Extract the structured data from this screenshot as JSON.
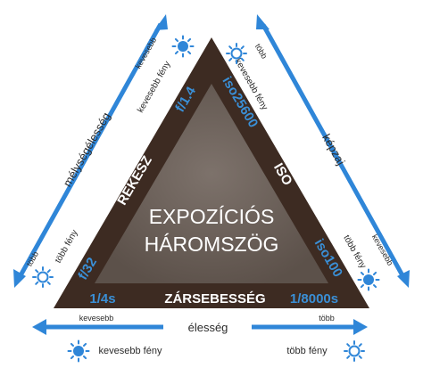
{
  "diagram": {
    "center_title": [
      "EXPOZÍCIÓS",
      "HÁROMSZÖG"
    ],
    "sides": {
      "left": "REKESZ",
      "right": "ISO",
      "bottom": "ZÁRSEBESSÉG"
    },
    "values": {
      "aperture_wide": "f/1.4",
      "aperture_narrow": "f/32",
      "iso_high": "iso25600",
      "iso_low": "iso100",
      "shutter_slow": "1/4s",
      "shutter_fast": "1/8000s"
    },
    "axes": {
      "left": {
        "name": "mélységélesség",
        "less": "kevesebb",
        "more": "több",
        "less_light": "kevesebb fény",
        "more_light": "több fény"
      },
      "right": {
        "name": "képzaj",
        "less": "kevesebb",
        "more": "több",
        "less_light": "kevesebb fény",
        "more_light": "több fény"
      },
      "bottom": {
        "name": "élesség",
        "less": "kevesebb",
        "more": "több",
        "less_light": "kevesebb fény",
        "more_light": "több fény"
      }
    },
    "colors": {
      "triangle": "#3d2b22",
      "inner": "#6e635c",
      "accent": "#2f86d8",
      "value": "#3a8fd6"
    },
    "icons": [
      "sun-icon"
    ]
  }
}
